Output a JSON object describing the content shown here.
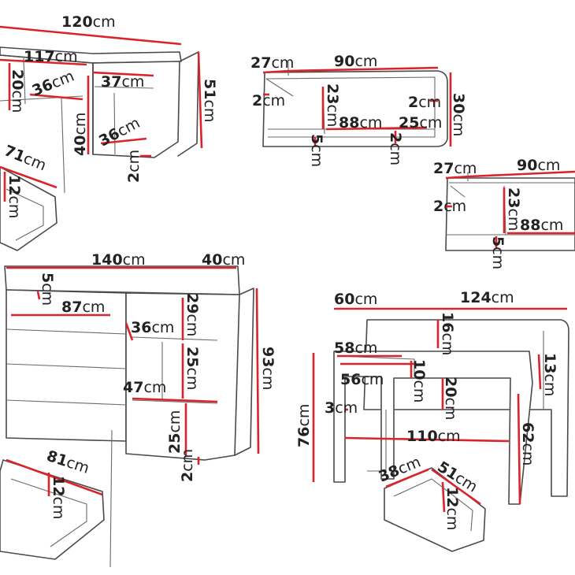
{
  "colors": {
    "dimension": "#d9242c",
    "outline": "#4a4a4a",
    "background": "#ffffff"
  },
  "diagram": {
    "panels": [
      {
        "name": "tv-cabinet",
        "labels": [
          "120",
          "117",
          "20",
          "36",
          "37",
          "51",
          "40",
          "36",
          "2",
          "71",
          "12"
        ]
      },
      {
        "name": "wall-shelf-1",
        "labels": [
          "27",
          "90",
          "2",
          "23",
          "2",
          "30",
          "88",
          "25",
          "5",
          "2"
        ]
      },
      {
        "name": "wall-shelf-2",
        "labels": [
          "27",
          "90",
          "2",
          "23",
          "88",
          "5"
        ]
      },
      {
        "name": "sideboard",
        "labels": [
          "140",
          "40",
          "5",
          "87",
          "29",
          "36",
          "25",
          "93",
          "47",
          "25",
          "2",
          "81",
          "12"
        ]
      },
      {
        "name": "desk",
        "labels": [
          "60",
          "124",
          "16",
          "58",
          "13",
          "56",
          "10",
          "76",
          "20",
          "3",
          "110",
          "62",
          "38",
          "51",
          "12"
        ]
      }
    ],
    "unit": "cm"
  }
}
